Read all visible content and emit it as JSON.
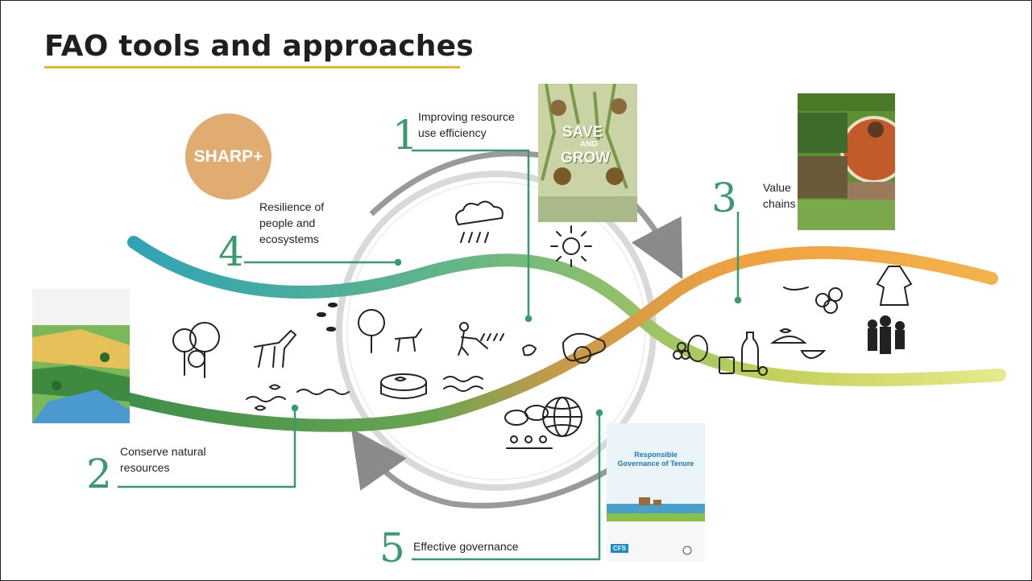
{
  "slide": {
    "title": "FAO tools and approaches",
    "sharp_label": "SHARP+"
  },
  "steps": [
    {
      "number": "1",
      "label_line1": "Improving resource",
      "label_line2": "use efficiency"
    },
    {
      "number": "2",
      "label_line1": "Conserve natural",
      "label_line2": "resources"
    },
    {
      "number": "3",
      "label_line1": "Value",
      "label_line2": "chains"
    },
    {
      "number": "4",
      "label_line1": "Resilience of",
      "label_line2": "people and",
      "label_line3": "ecosystems"
    },
    {
      "number": "5",
      "label_line1": "Effective governance"
    }
  ],
  "covers": {
    "save_grow_line1": "SAVE",
    "save_grow_line2": "AND",
    "save_grow_line3": "GROW",
    "tenure_line1": "Responsible",
    "tenure_line2": "Governance of Tenure",
    "tenure_badge": "CFS"
  },
  "colors": {
    "accent_underline": "#f0b429",
    "step_green": "#3a9a6e",
    "sharp_orange": "#e0ac72",
    "ribbon_teal": "#3aa8b4",
    "ribbon_orange": "#f0a040",
    "ribbon_green": "#4a9a50"
  }
}
